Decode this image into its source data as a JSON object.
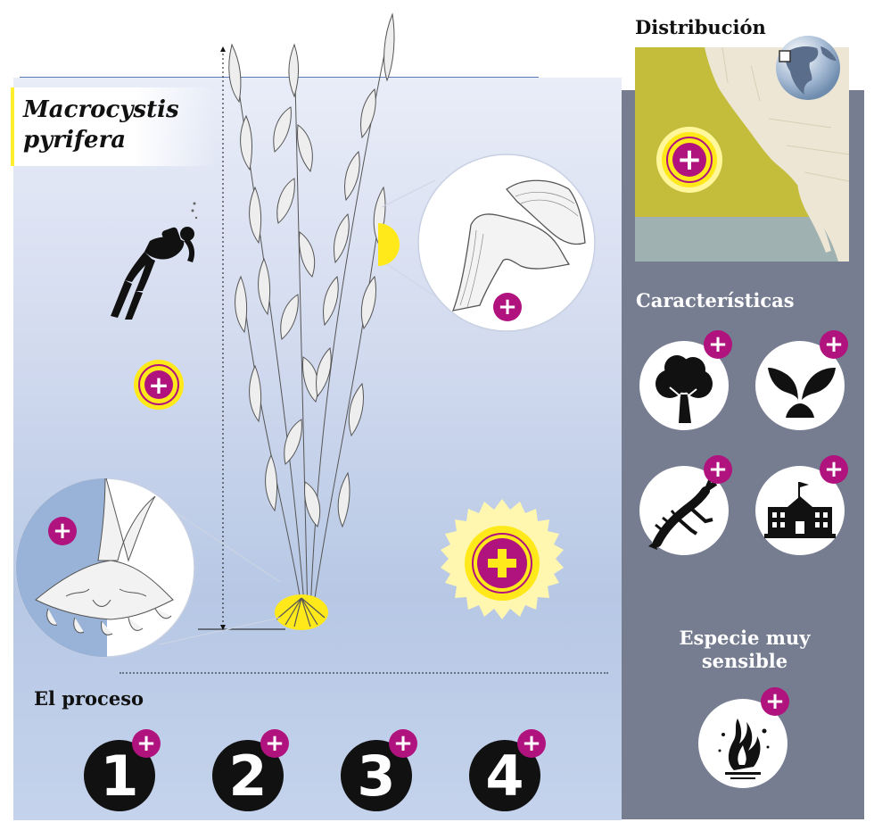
{
  "title": "Macrocystis pyrifera",
  "sidebar": {
    "distribution_title": "Distribución",
    "characteristics_title": "Características",
    "sensitivity_title": "Especie muy sensible",
    "icons": [
      "tree-icon",
      "sprout-icon",
      "lobster-icon",
      "building-icon",
      "kelp-fire-icon"
    ]
  },
  "process": {
    "title": "El proceso",
    "steps": [
      "1",
      "2",
      "3",
      "4"
    ]
  },
  "plus_symbol": "+",
  "colors": {
    "accent_magenta": "#b0127e",
    "highlight_yellow": "#ffe91a",
    "sidebar_gray": "#767d90",
    "map_ocean_olive": "#c4bd3b",
    "map_land": "#ede6d4"
  }
}
